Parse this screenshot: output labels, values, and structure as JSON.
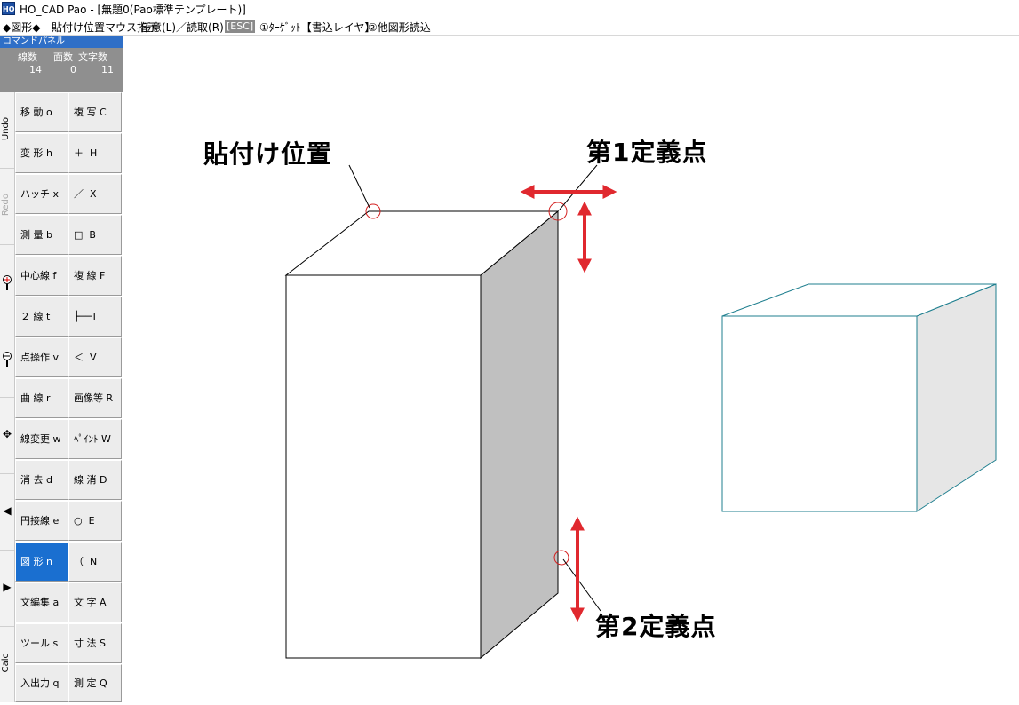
{
  "window": {
    "title": "HO_CAD Pao - [無題0(Pao標準テンプレート)]",
    "icon_text": "HO"
  },
  "status": {
    "mode": "◆図形◆",
    "instruction": "貼付け位置マウス指示",
    "options": "任意(L)／読取(R)",
    "esc": "[ESC]",
    "target": "①ﾀｰｹﾞｯﾄ【書込レイヤ】",
    "other": "②他図形読込"
  },
  "panel": {
    "title": "コマンドパネル",
    "count_headers": [
      "線数",
      "面数",
      "文字数"
    ],
    "count_values": [
      "14",
      "0",
      "11"
    ]
  },
  "side": {
    "undo": "Undo",
    "redo": "Redo",
    "calc": "Calc",
    "icons": [
      "zoom-in-icon",
      "zoom-out-icon",
      "move-icon",
      "left-arrow-icon",
      "right-arrow-icon"
    ]
  },
  "buttons_left": [
    "移 動 o",
    "変 形 h",
    "ハッチ x",
    "測 量 b",
    "中心線 f",
    "２ 線 t",
    "点操作 v",
    "曲 線 r",
    "線変更 w",
    "消 去 d",
    "円接線 e",
    "図 形 n",
    "文編集 a",
    "ツール s",
    "入出力 q"
  ],
  "buttons_right": [
    "複 写 C",
    "＋  H",
    "／  X",
    "□  B",
    "複 線 F",
    "├──T",
    "＜  V",
    "画像等 R",
    "ﾍﾟｲﾝﾄ W",
    "線 消 D",
    "○  E",
    "（  N",
    "文 字 A",
    "寸 法 S",
    "測 定 Q"
  ],
  "active_button": "図 形 n",
  "annotations": {
    "paste_position": "貼付け位置",
    "def_point_1": "第1定義点",
    "def_point_2": "第2定義点"
  },
  "colors": {
    "accent": "#1a6fd0",
    "panel_title": "#2f6fc7",
    "counts_bg": "#8f8f8f",
    "arrow": "#e0282e",
    "marker": "#d42020",
    "cube_outline": "#1f7f8f",
    "prism_shade": "#c0c0c0",
    "cube_shade": "#e6e6e6"
  }
}
